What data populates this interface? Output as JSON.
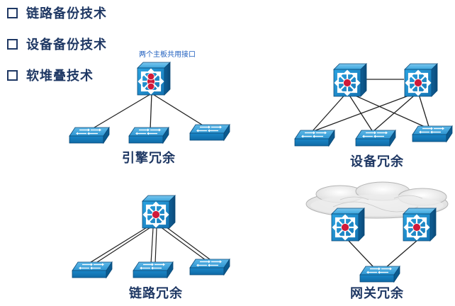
{
  "bullets": [
    {
      "label": "链路备份技术"
    },
    {
      "label": "设备备份技术"
    },
    {
      "label": "软堆叠技术"
    }
  ],
  "note": "两个主板共用接口",
  "captions": {
    "engine": "引擎冗余",
    "device": "设备冗余",
    "link": "链路冗余",
    "gateway": "网关冗余"
  },
  "colors": {
    "text": "#1f3864",
    "note": "#1f5fbf",
    "device_blue": "#1787c8",
    "core_red": "#d01a3a"
  }
}
